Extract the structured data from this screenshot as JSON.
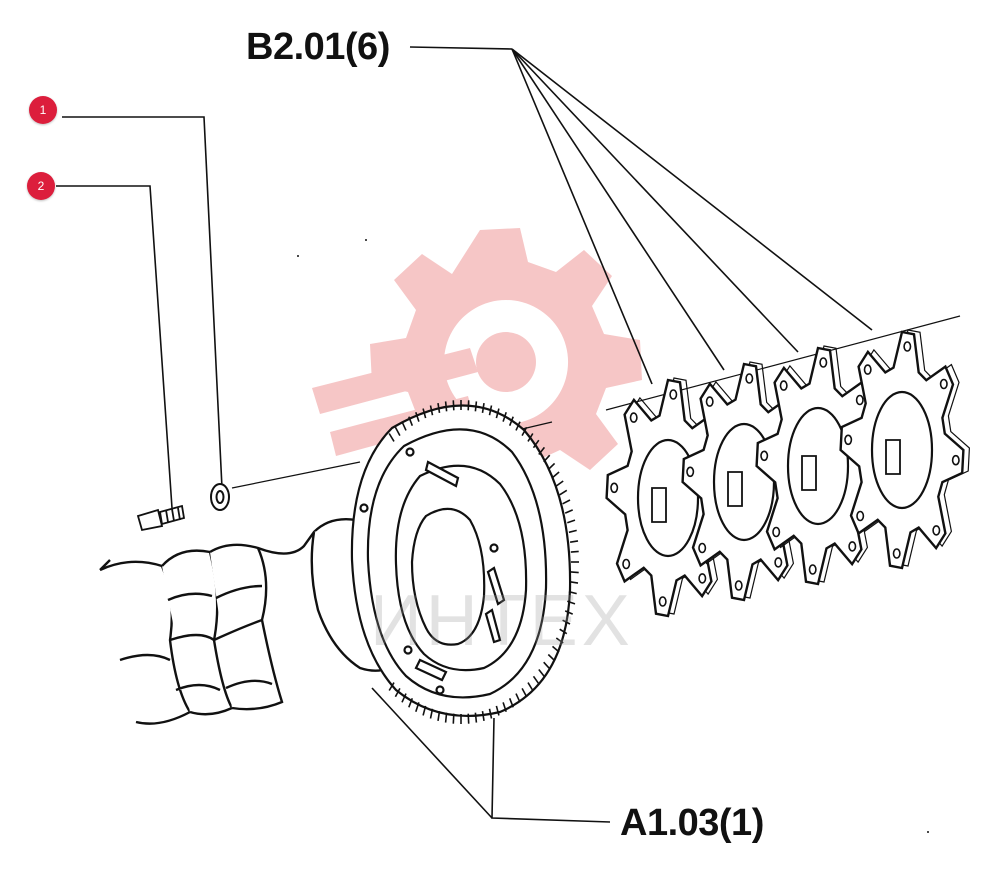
{
  "diagram": {
    "labels": {
      "top_ref": "B2.01(6)",
      "bottom_ref": "A1.03(1)"
    },
    "callouts": [
      {
        "number": "1",
        "part": "washer"
      },
      {
        "number": "2",
        "part": "bolt"
      }
    ],
    "watermark": {
      "text": "ИНТЕХ",
      "logo": "gear-wrench-logo"
    },
    "colors": {
      "callout": "#dc1e3c",
      "watermark_logo": "#f6c6c6",
      "line_art": "#111111"
    }
  }
}
